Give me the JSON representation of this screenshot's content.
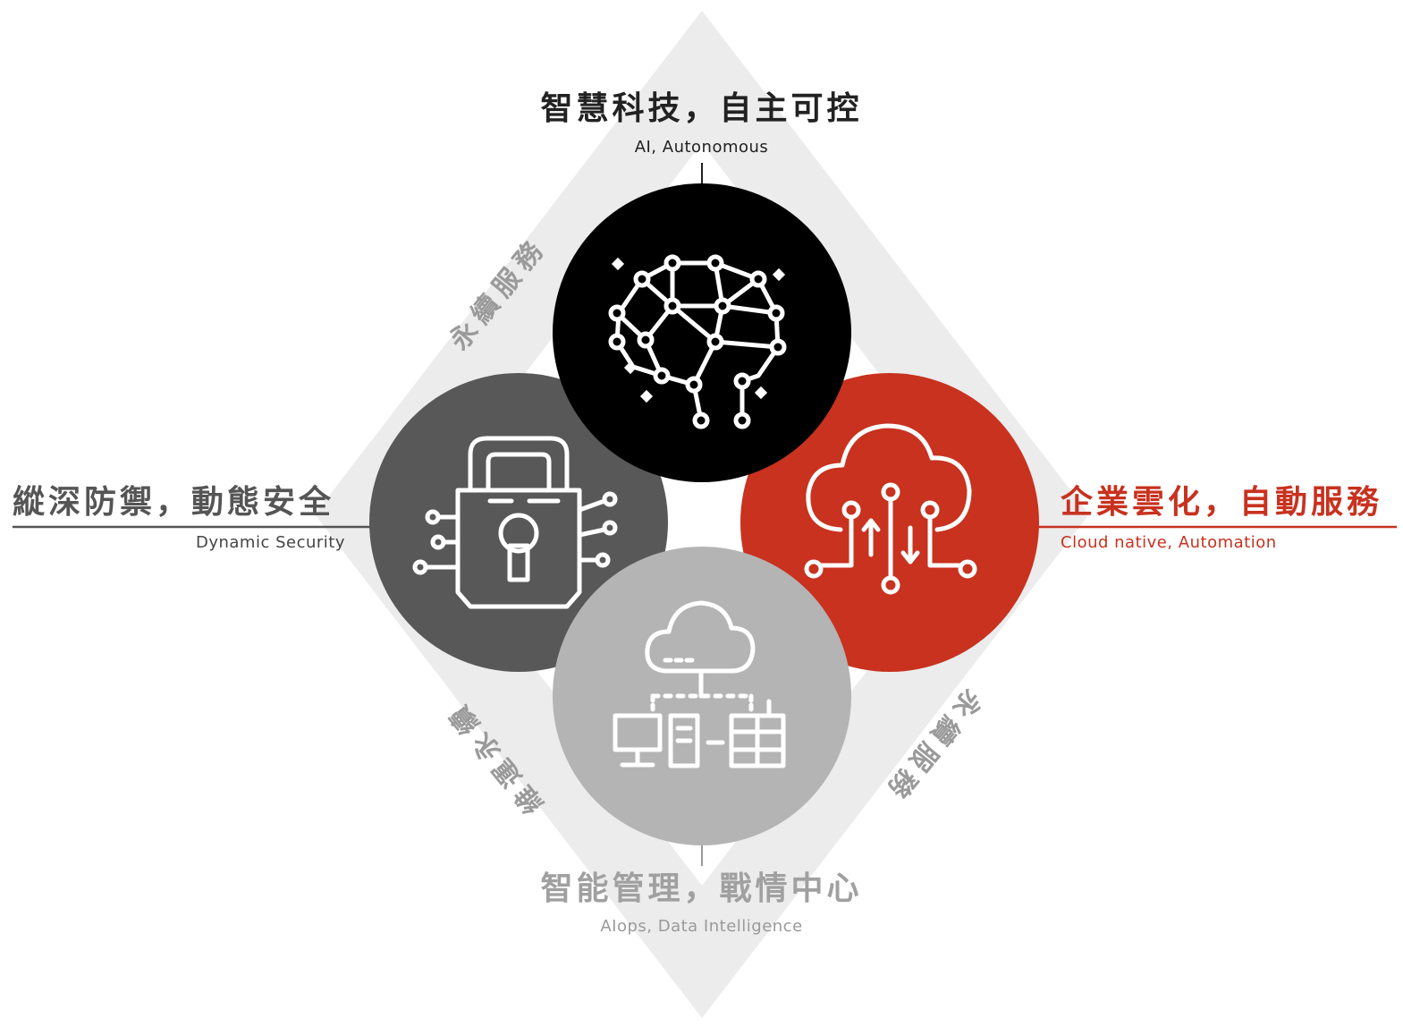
{
  "colors": {
    "band": "#ececec",
    "black": "#000000",
    "dark_gray": "#585858",
    "light_gray": "#b4b4b4",
    "red": "#c8321f",
    "title_dark": "#222222",
    "title_gray_left": "#555555",
    "title_gray_bottom": "#a0a0a0",
    "band_text": "#9a9a9a"
  },
  "top": {
    "title": "智慧科技，自主可控",
    "subtitle": "AI, Autonomous",
    "icon": "brain-network-icon"
  },
  "left": {
    "title": "縱深防禦，動態安全",
    "subtitle": "Dynamic Security",
    "icon": "circuit-lock-icon"
  },
  "right": {
    "title": "企業雲化，自動服務",
    "subtitle": "Cloud native, Automation",
    "icon": "cloud-circuit-icon"
  },
  "bottom": {
    "title": "智能管理，戰情中心",
    "subtitle": "AIops, Data Intelligence",
    "icon": "cloud-devices-icon"
  },
  "band_labels": {
    "top_left": "永續服務",
    "bottom_left": "維運永續",
    "bottom_right": "永續服務"
  }
}
